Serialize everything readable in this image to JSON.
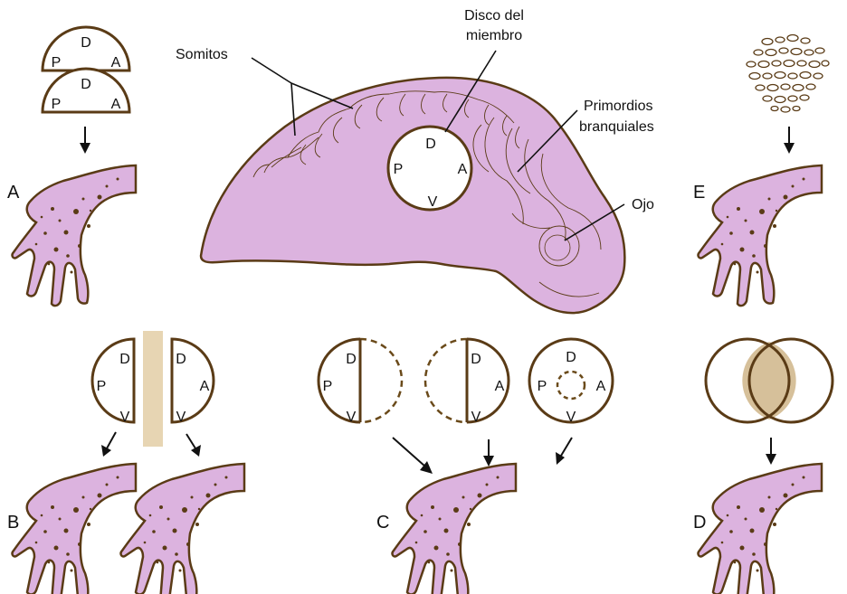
{
  "colors": {
    "tissue": "#dcb3df",
    "outline": "#5a3b16",
    "disc_outline": "#6a4a1a",
    "spacer": "#e7d5b3",
    "overlap": "#d6c09a",
    "dots": "#5a3b16"
  },
  "embryo": {
    "label_somites": "Somitos",
    "label_limb_disc_1": "Disco del",
    "label_limb_disc_2": "miembro",
    "label_branchial_1": "Primordios",
    "label_branchial_2": "branquiales",
    "label_eye": "Ojo",
    "disc_letters": {
      "d": "D",
      "p": "P",
      "a": "A",
      "v": "V"
    }
  },
  "panel_a": {
    "letter": "A",
    "half_top": {
      "d": "D",
      "p": "P",
      "a": "A"
    },
    "half_bottom": {
      "d": "D",
      "p": "P",
      "a": "A"
    }
  },
  "panel_b": {
    "letter": "B",
    "left_half": {
      "d": "D",
      "p": "P",
      "v": "V"
    },
    "right_half": {
      "d": "D",
      "a": "A",
      "v": "V"
    }
  },
  "panel_c": {
    "letter": "C",
    "disc_1": {
      "d": "D",
      "p": "P",
      "v": "V"
    },
    "disc_2": {
      "d": "D",
      "a": "A",
      "v": "V"
    },
    "disc_3": {
      "d": "D",
      "p": "P",
      "a": "A",
      "v": "V"
    }
  },
  "panel_d": {
    "letter": "D"
  },
  "panel_e": {
    "letter": "E"
  }
}
